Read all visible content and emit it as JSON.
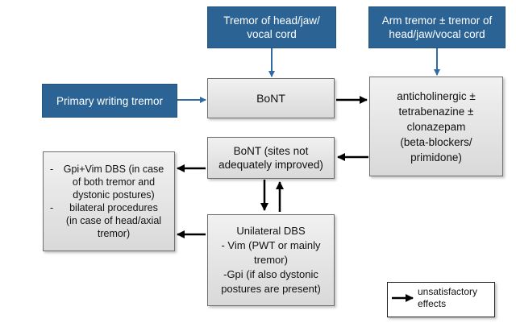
{
  "nodes": {
    "primary_writing_tremor": "Primary writing tremor",
    "tremor_head_jaw": "Tremor of head/jaw/\nvocal cord",
    "arm_tremor": "Arm tremor ± tremor of\nhead/jaw/vocal cord",
    "bont": "BoNT",
    "anticholinergic": "anticholinergic ±\ntetrabenazine ±\nclonazepam\n(beta-blockers/\nprimidone)",
    "bont_sites": "BoNT (sites not\nadequately improved)",
    "gpi_vim": {
      "items": [
        "Gpi+Vim DBS (in case\nof both tremor and\ndystonic postures)",
        "bilateral procedures\n(in case of head/axial\ntremor)"
      ]
    },
    "unilateral_dbs": "Unilateral DBS\n- Vim (PWT or mainly\ntremor)\n-Gpi (if also dystonic\npostures are present)"
  },
  "legend": {
    "label": "unsatisfactory\neffects"
  },
  "colors": {
    "blue_box": "#2b6395",
    "blue_arrow": "#2f6aa3",
    "black_arrow": "#000000"
  }
}
